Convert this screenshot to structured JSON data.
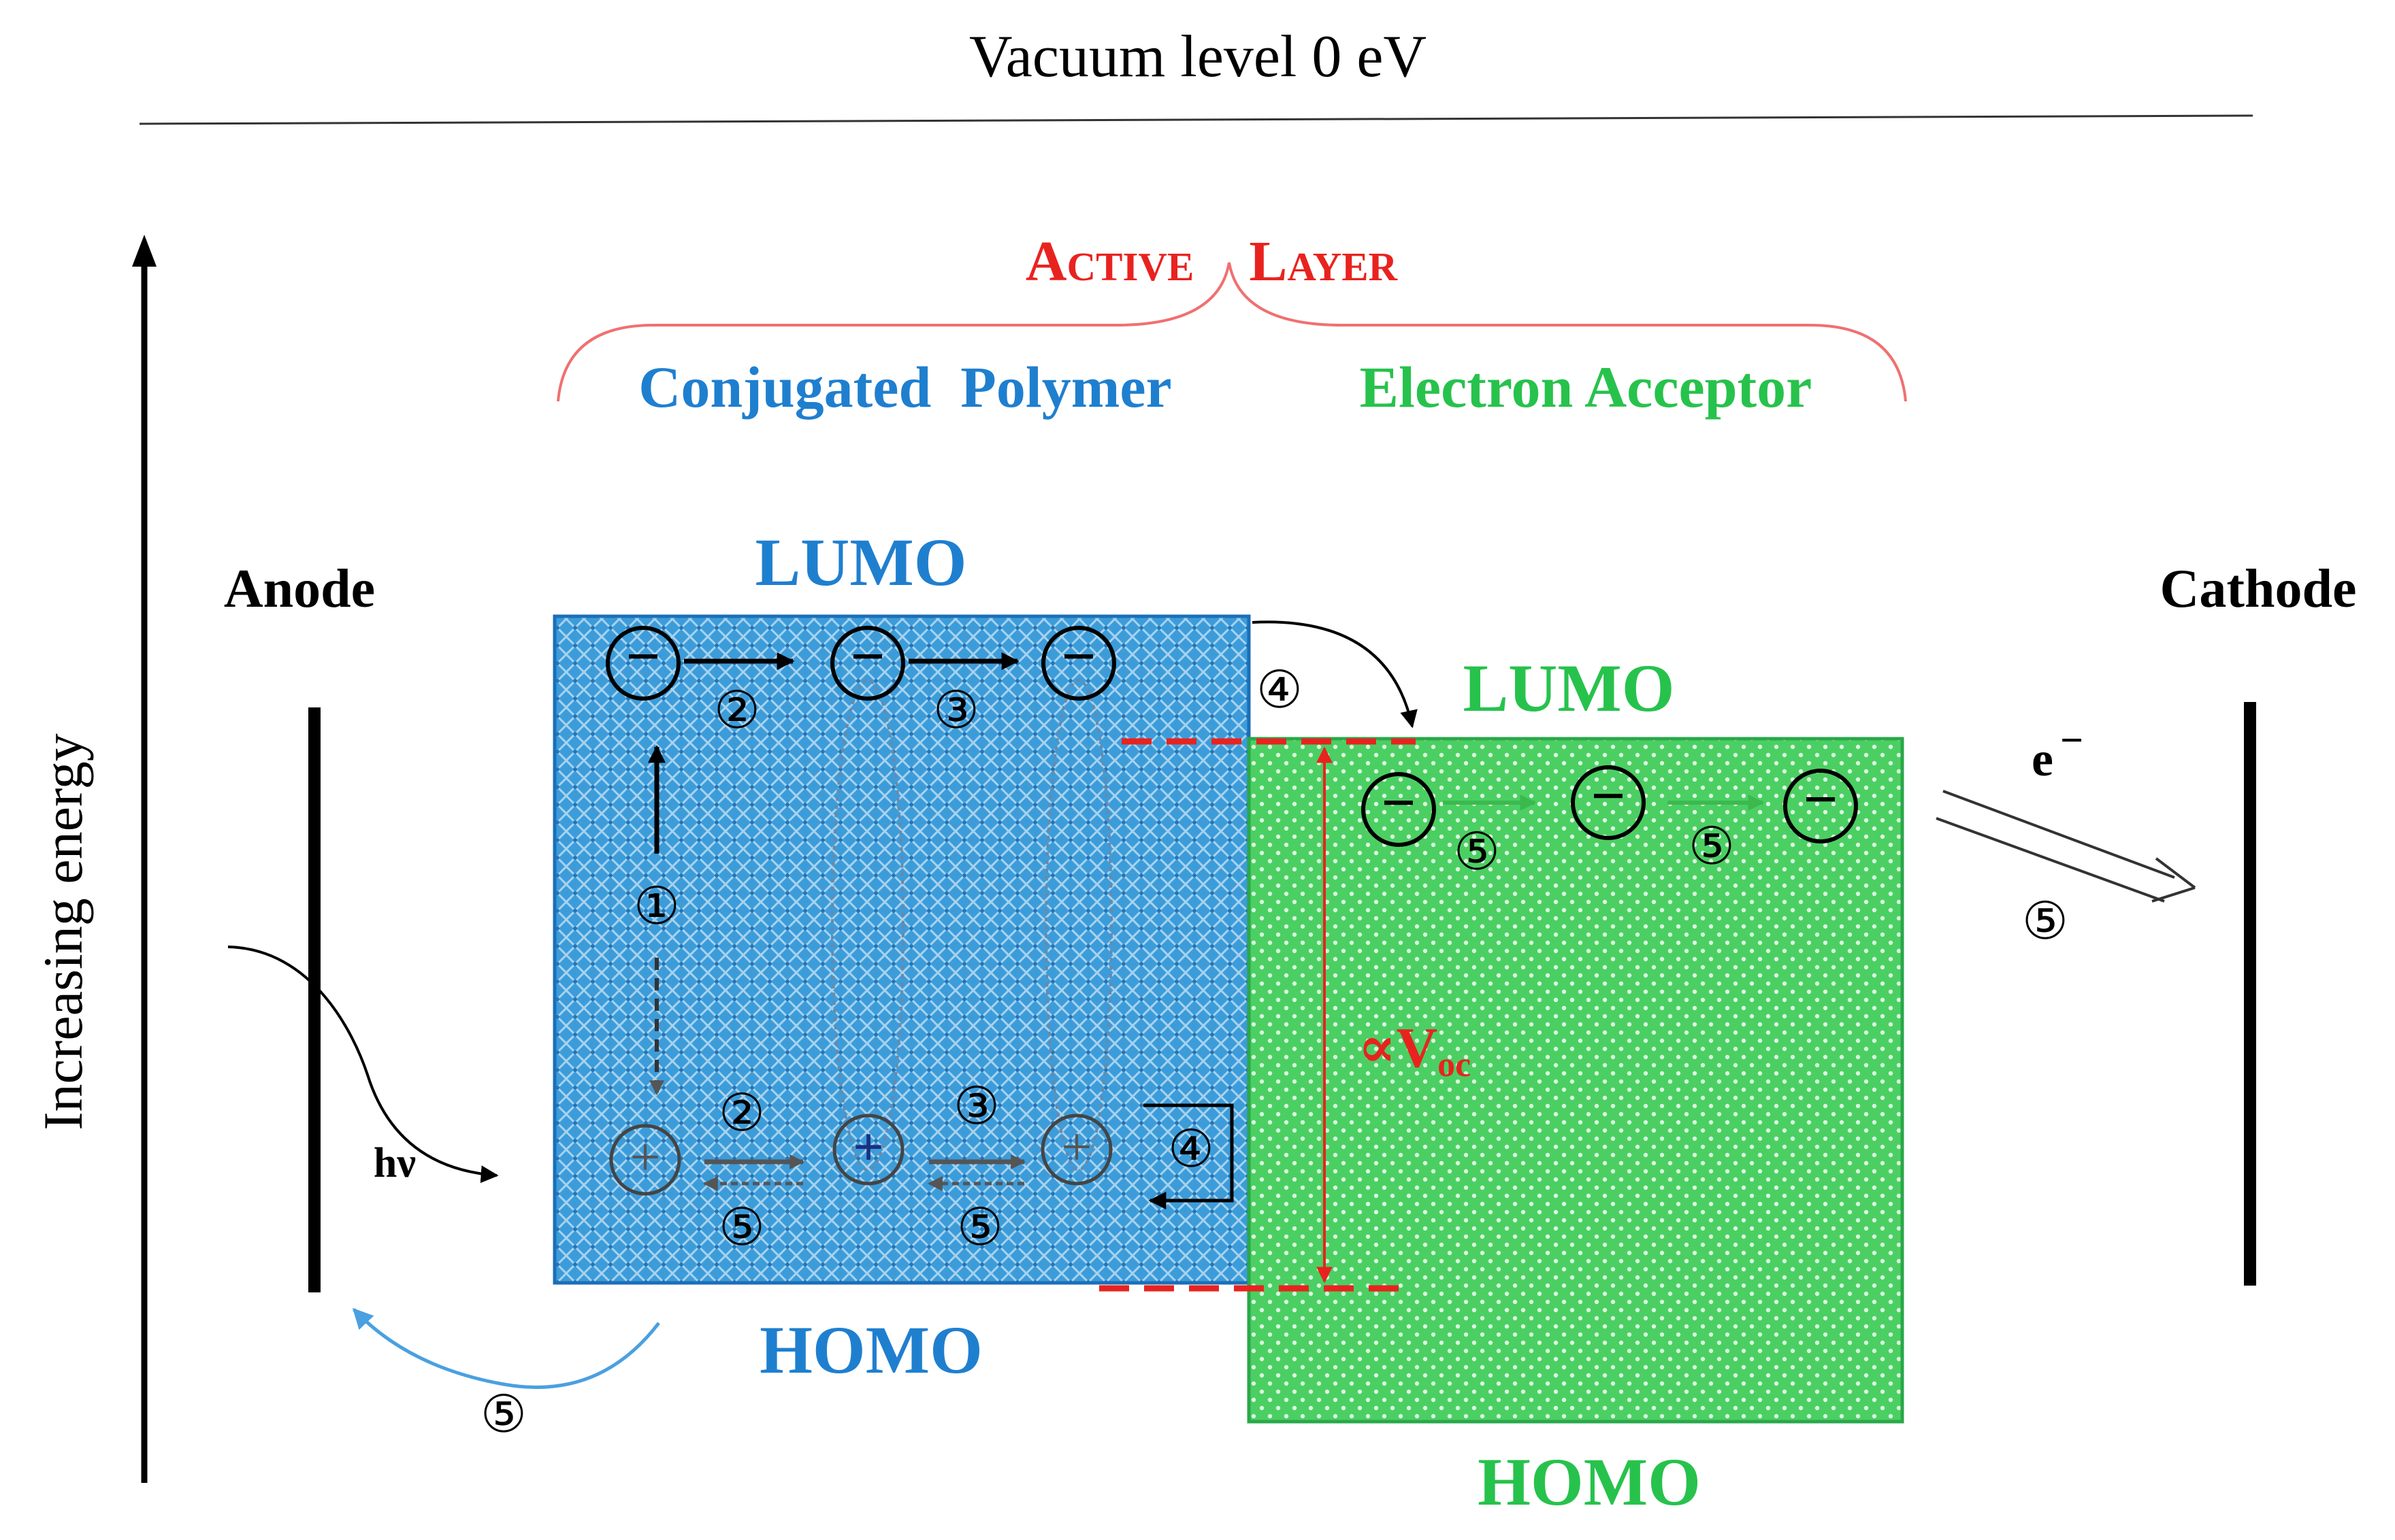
{
  "vacuum_label": "Vacuum level 0 eV",
  "energy_axis_label": "Increasing energy",
  "active_layer": {
    "first": "Active",
    "second": "Layer"
  },
  "donor_label": "Conjugated  Polymer",
  "acceptor_label": "Electron Acceptor",
  "anode_label": "Anode",
  "cathode_label": "Cathode",
  "donor_lumo_label": "LUMO",
  "donor_homo_label": "HOMO",
  "acceptor_lumo_label": "LUMO",
  "acceptor_homo_label": "HOMO",
  "photon_label": "hν",
  "electron_label": "e",
  "electron_sup": "−",
  "voc": {
    "prefix": "∝V",
    "sub": "oc"
  },
  "electron_symbol": "−",
  "hole_symbol": "+",
  "steps": {
    "s1": "①",
    "s2": "②",
    "s3": "③",
    "s4": "④",
    "s5": "⑤"
  },
  "colors": {
    "donor": "#1f7fcf",
    "donor_fill": "#3f9fdc",
    "acceptor": "#27c24c",
    "acceptor_fill": "#4bd266",
    "active_layer": "#e8231f",
    "voc": "#e8231f",
    "text": "#000000"
  }
}
